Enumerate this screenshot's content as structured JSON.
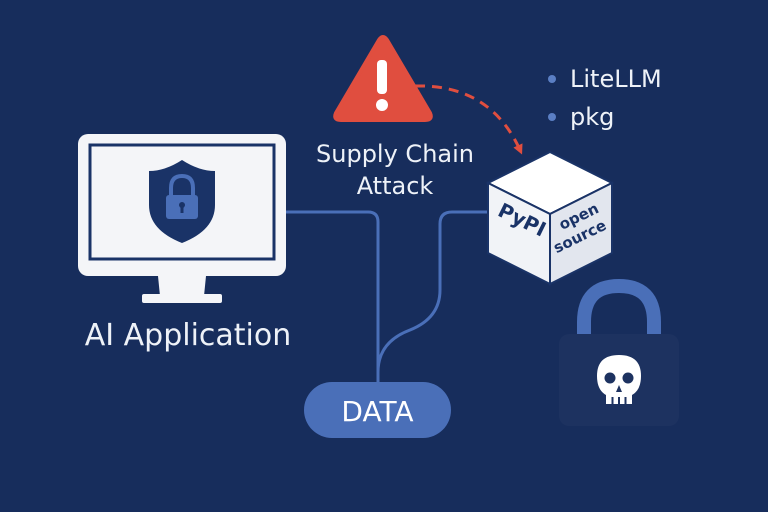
{
  "colors": {
    "background": "#172d5c",
    "panel": "#f4f5f8",
    "accent_blue": "#4a6fb8",
    "navy": "#1a3367",
    "warning_red": "#e04e3f",
    "lock_dark": "#1d3260"
  },
  "monitor": {
    "icon": "shield-lock-icon",
    "caption": "AI Application"
  },
  "warning": {
    "icon": "warning-triangle-icon",
    "line1": "Supply Chain",
    "line2": "Attack"
  },
  "packages": {
    "items": [
      "LiteLLM",
      "pkg"
    ]
  },
  "cube": {
    "front_label": "PyPI",
    "side_line1": "open",
    "side_line2": "source"
  },
  "data_pill": {
    "label": "DATA"
  },
  "padlock": {
    "icon": "skull-icon"
  }
}
